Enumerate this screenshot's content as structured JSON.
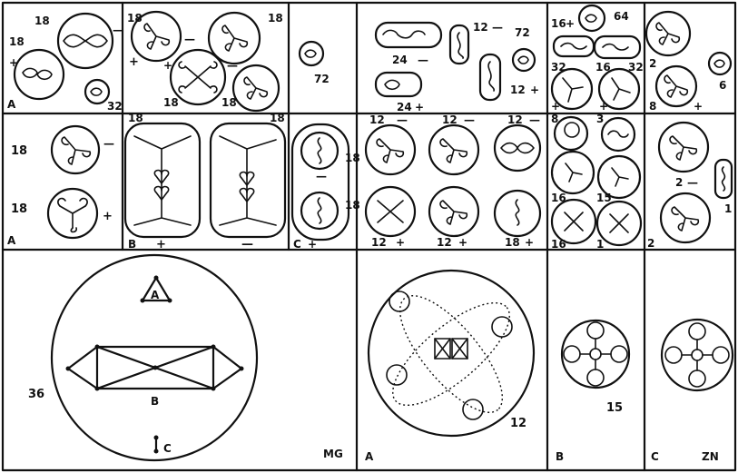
{
  "panels": {
    "top_a": {
      "letter": "A",
      "labels": [
        "18",
        "18",
        "+",
        "32",
        "—"
      ]
    },
    "top_mid": {
      "labels": [
        "18",
        "+",
        "—",
        "18",
        "+",
        "18",
        "18",
        "—"
      ]
    },
    "top_72": {
      "label": "72"
    },
    "top_right_group": {
      "labels": [
        "24",
        "—",
        "24",
        "+",
        "12",
        "—",
        "72",
        "12",
        "+"
      ]
    },
    "top_16": {
      "labels": [
        "16",
        "+",
        "64",
        "32",
        "16",
        "32",
        "+",
        "+"
      ]
    },
    "top_far": {
      "labels": [
        "2",
        "8",
        "6",
        "+"
      ]
    },
    "mid_a": {
      "letter": "A",
      "labels": [
        "18",
        "—",
        "18",
        "+"
      ]
    },
    "mid_b": {
      "letter": "B",
      "labels": [
        "18",
        "18",
        "+",
        "—"
      ]
    },
    "mid_c": {
      "letter": "C",
      "labels": [
        "18",
        "18",
        "+",
        "—"
      ]
    },
    "mid_12": {
      "labels": [
        "12",
        "—",
        "12",
        "—",
        "12",
        "—",
        "12",
        "+",
        "12",
        "+",
        "18",
        "+"
      ]
    },
    "mid_8": {
      "labels": [
        "8",
        "3",
        "16",
        "15",
        "16",
        "1"
      ]
    },
    "mid_far": {
      "labels": [
        "2",
        "—",
        "1",
        "2"
      ]
    },
    "bot_left": {
      "letters": [
        "A",
        "B",
        "C"
      ],
      "number": "36",
      "signature": "MG"
    },
    "bot_a": {
      "letter": "A",
      "number": "12"
    },
    "bot_b": {
      "letter": "B",
      "number": "15"
    },
    "bot_c": {
      "letter": "C",
      "signature": "ZN"
    }
  }
}
